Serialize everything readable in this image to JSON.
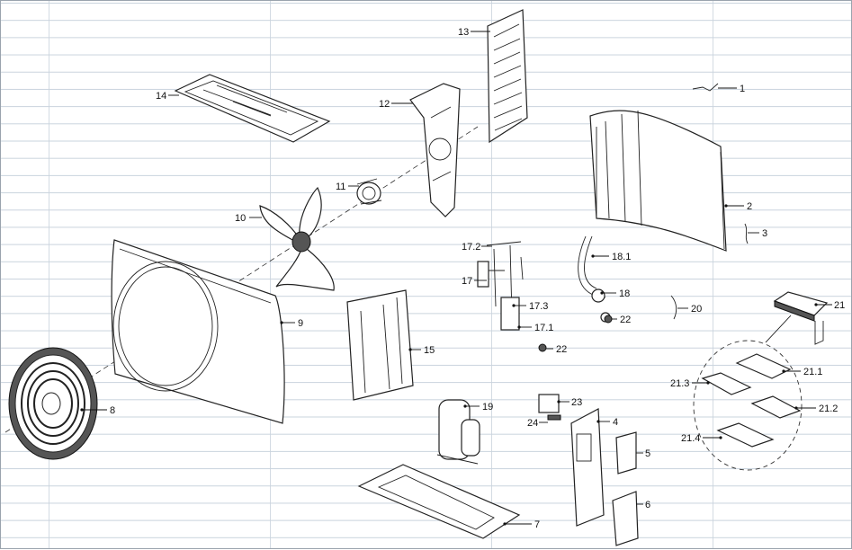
{
  "callouts": {
    "c1": "1",
    "c2": "2",
    "c3": "3",
    "c4": "4",
    "c5": "5",
    "c6": "6",
    "c7": "7",
    "c8": "8",
    "c9": "9",
    "c10": "10",
    "c11": "11",
    "c12": "12",
    "c13": "13",
    "c14": "14",
    "c15": "15",
    "c17": "17",
    "c17_1": "17.1",
    "c17_2": "17.2",
    "c17_3": "17.3",
    "c18": "18",
    "c18_1": "18.1",
    "c19": "19",
    "c20": "20",
    "c21": "21",
    "c21_1": "21.1",
    "c21_2": "21.2",
    "c21_3": "21.3",
    "c21_4": "21.4",
    "c22a": "22",
    "c22b": "22",
    "c23": "23",
    "c24": "24"
  }
}
